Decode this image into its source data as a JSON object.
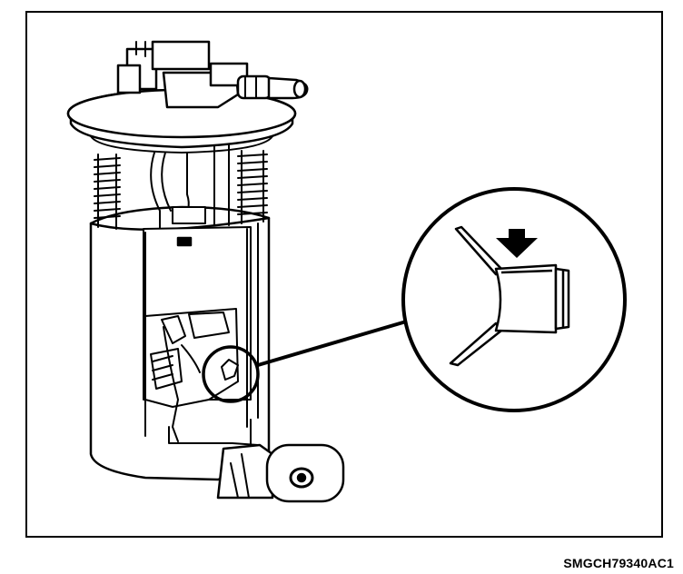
{
  "figure": {
    "code": "SMGCH79340AC1",
    "subject": "fuel-pump-module",
    "detail": "retaining-clip-detail",
    "colors": {
      "line": "#000000",
      "background": "#ffffff"
    }
  }
}
